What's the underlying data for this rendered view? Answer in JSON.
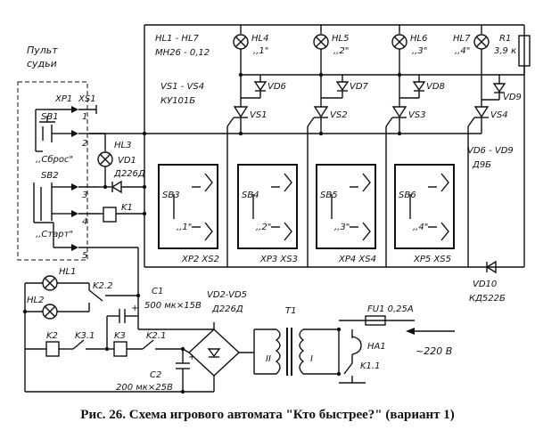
{
  "caption": "Рис. 26. Схема игрового автомата \"Кто быстрее?\" (вариант 1)",
  "judge_panel": {
    "line1": "Пульт",
    "line2": "судьи"
  },
  "labels": {
    "hl1_hl7": "HL1 - HL7",
    "hl_type": "МН26 - 0,12",
    "vs_range": "VS1 - VS4",
    "vs_type": "КУ101Б",
    "vd_range": "VD6 - VD9",
    "vd_type": "Д9Б",
    "hl4": "HL4",
    "hl5": "HL5",
    "hl6": "HL6",
    "hl7": "HL7",
    "hl4_num": ",,1\"",
    "hl5_num": ",,2\"",
    "hl6_num": ",,3\"",
    "hl7_num": ",,4\"",
    "r1": "R1",
    "r1_val": "3,9 к",
    "vd6": "VD6",
    "vd7": "VD7",
    "vd8": "VD8",
    "vd9": "VD9",
    "vs1": "VS1",
    "vs2": "VS2",
    "vs3": "VS3",
    "vs4": "VS4",
    "xp1": "XP1",
    "xs1": "XS1",
    "sb1": "SB1",
    "sbros": ",,Сброс\"",
    "sb2": "SB2",
    "start": ",,Старт\"",
    "hl3": "HL3",
    "vd1": "VD1",
    "vd1_type": "Д226Д",
    "k1": "K1",
    "pin1": "1",
    "pin2": "2",
    "pin3": "3",
    "pin4": "4",
    "pin5": "5",
    "sb3": "SB3",
    "sb4": "SB4",
    "sb5": "SB5",
    "sb6": "SB6",
    "sb3_num": ",,1\"",
    "sb4_num": ",,2\"",
    "sb5_num": ",,3\"",
    "sb6_num": ",,4\"",
    "xp2": "XP2 XS2",
    "xp3": "XP3  XS3",
    "xp4": "XP4 XS4",
    "xp5": "XP5 XS5",
    "vd10": "VD10",
    "vd10_type": "КД522Б",
    "hl1": "HL1",
    "hl2": "HL2",
    "k22": "K2.2",
    "c1": "C1",
    "c1_val": "500 мк×15В",
    "k2": "K2",
    "k31": "K3.1",
    "k3": "K3",
    "k21": "K2.1",
    "c2": "C2",
    "c2_val": "200 мк×25В",
    "vd2_vd5": "VD2-VD5",
    "vd2_type": "Д226Д",
    "t1": "T1",
    "wind2": "II",
    "wind1": "I",
    "fu1": "FU1  0,25А",
    "ha1": "HA1",
    "k11": "K1.1",
    "mains": "~220 В",
    "plus1": "+",
    "plus2": "+"
  }
}
